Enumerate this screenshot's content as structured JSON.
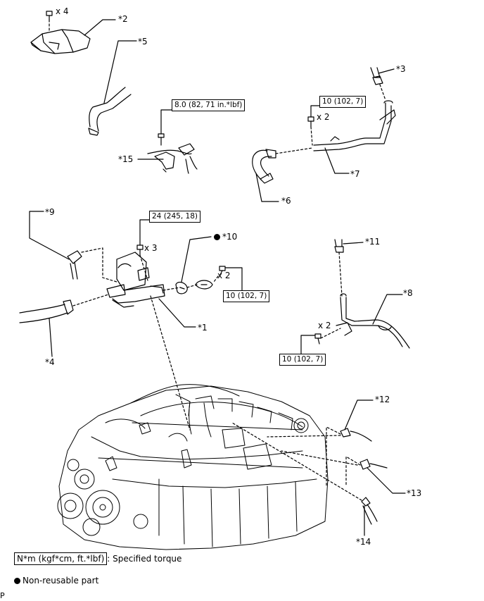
{
  "callouts": {
    "c1": "*1",
    "c2": "*2",
    "c3": "*3",
    "c4": "*4",
    "c5": "*5",
    "c6": "*6",
    "c7": "*7",
    "c8": "*8",
    "c9": "*9",
    "c10": "*10",
    "c11": "*11",
    "c12": "*12",
    "c13": "*13",
    "c14": "*14",
    "c15": "*15"
  },
  "quantities": {
    "q_top": "x 4",
    "q_pipe7": "x 2",
    "q_valve": "x 3",
    "q_gasket": "x 2",
    "q_pipe8": "x 2"
  },
  "torques": {
    "t_harness": "8.0 (82, 71 in.*lbf)",
    "t_pipe7": "10 (102, 7)",
    "t_valve": "24 (245, 18)",
    "t_gasket": "10 (102, 7)",
    "t_pipe8": "10 (102, 7)"
  },
  "legend": {
    "torque_unit": "N*m (kgf*cm, ft.*lbf)",
    "torque_desc": ": Specified torque",
    "nonreusable": "Non-reusable part"
  },
  "footer_code": "P"
}
